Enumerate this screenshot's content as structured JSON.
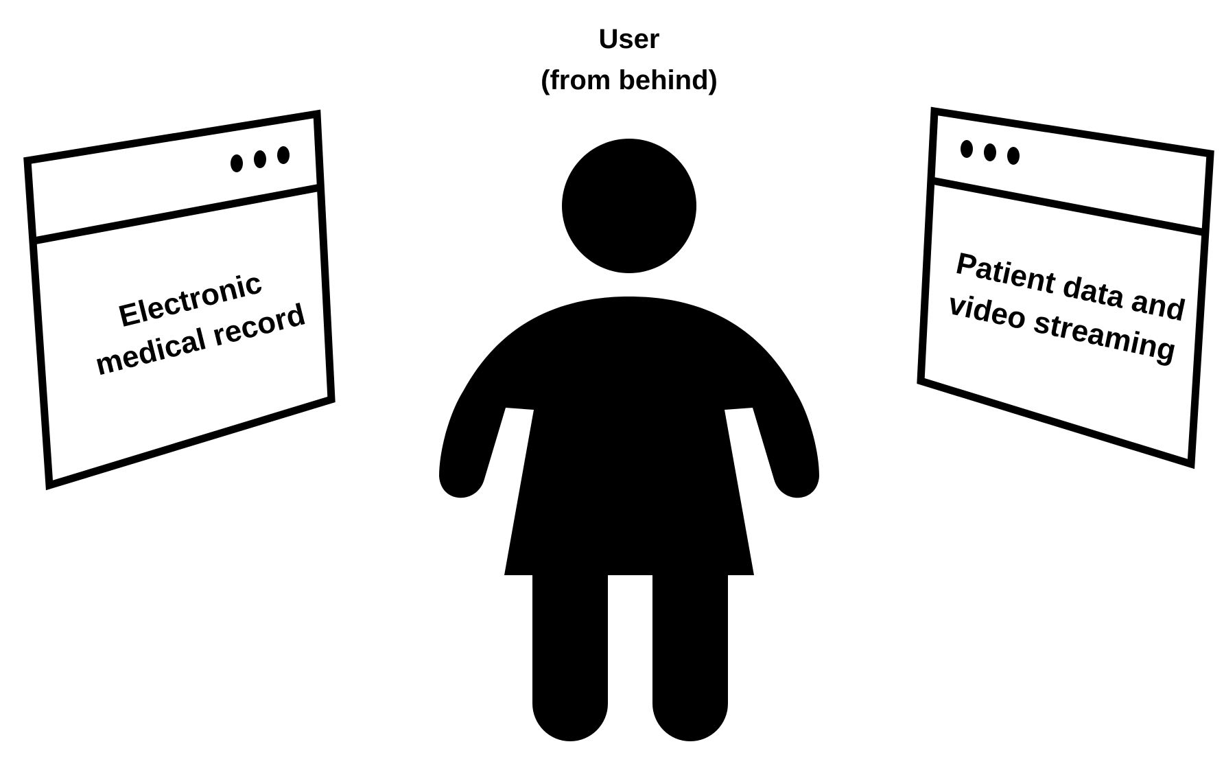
{
  "user": {
    "label_line1": "User",
    "label_line2": "(from behind)",
    "icon": "person-silhouette-icon"
  },
  "left_window": {
    "label_line1": "Electronic",
    "label_line2": "medical record",
    "icon": "window-dots-icon"
  },
  "right_window": {
    "label_line1": "Patient data and",
    "label_line2": "video streaming",
    "icon": "window-dots-icon"
  },
  "colors": {
    "ink": "#000000",
    "background": "#ffffff"
  }
}
